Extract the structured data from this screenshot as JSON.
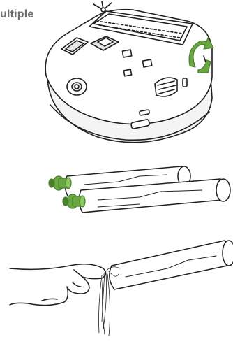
{
  "heading": {
    "text": "ultiple"
  },
  "colors": {
    "outline": "#231f20",
    "fill": "#ffffff",
    "shadow": "#e6e6e7",
    "accent_green": "#6aa842",
    "accent_green_dark": "#4b7f2c"
  },
  "illustration": {
    "panels": [
      {
        "name": "robot-underside",
        "icon": "robot-vacuum-icon",
        "action": "lift-brush-frame"
      },
      {
        "name": "extractors-removed",
        "icon": "brush-roll-icon"
      },
      {
        "name": "hair-removal",
        "icon": "hand-pulling-hair-icon"
      }
    ]
  }
}
